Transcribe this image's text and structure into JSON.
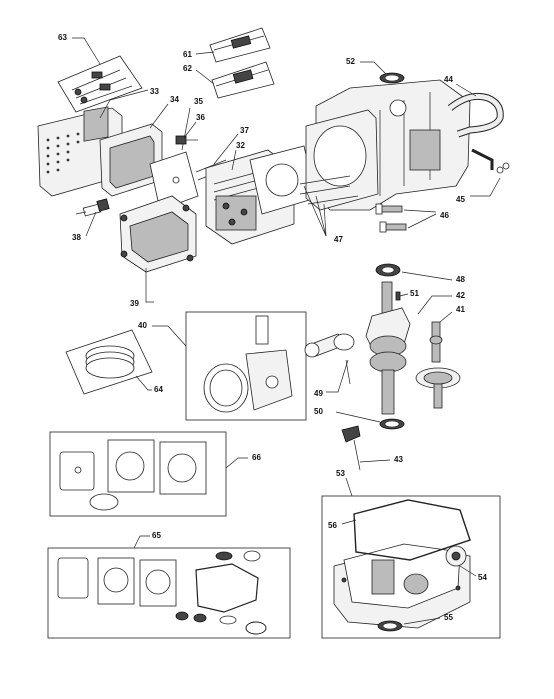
{
  "callouts": {
    "c61": "61",
    "c62": "62",
    "c63": "63",
    "c52": "52",
    "c44": "44",
    "c33": "33",
    "c34": "34",
    "c35": "35",
    "c36": "36",
    "c37": "37",
    "c32": "32",
    "c45": "45",
    "c46": "46",
    "c47": "47",
    "c38": "38",
    "c39": "39",
    "c48": "48",
    "c42": "42",
    "c51": "51",
    "c41": "41",
    "c40": "40",
    "c49": "49",
    "c50": "50",
    "c64": "64",
    "c43": "43",
    "c66": "66",
    "c53": "53",
    "c56": "56",
    "c65": "65",
    "c54": "54",
    "c55": "55"
  }
}
